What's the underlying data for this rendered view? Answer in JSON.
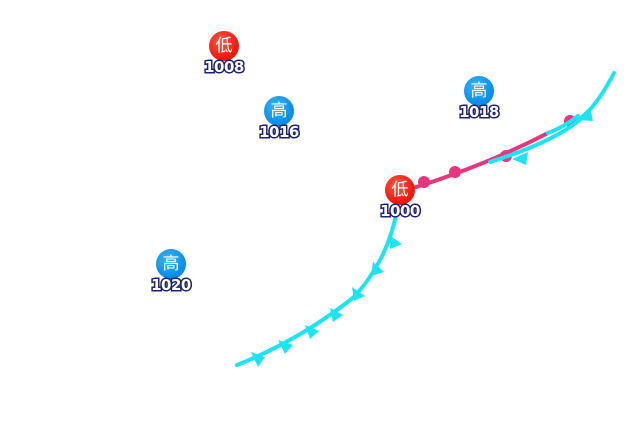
{
  "pressure_centers": [
    {
      "id": "low-1008",
      "type": "low",
      "symbol": "低",
      "pressure": "1008",
      "color": "#ee1c10"
    },
    {
      "id": "high-1016",
      "type": "high",
      "symbol": "高",
      "pressure": "1016",
      "color": "#0d90ea"
    },
    {
      "id": "high-1018",
      "type": "high",
      "symbol": "高",
      "pressure": "1018",
      "color": "#0d90ea"
    },
    {
      "id": "low-1000",
      "type": "low",
      "symbol": "低",
      "pressure": "1000",
      "color": "#ee1c10"
    },
    {
      "id": "high-1020",
      "type": "high",
      "symbol": "高",
      "pressure": "1020",
      "color": "#0d90ea"
    }
  ],
  "fronts": [
    {
      "id": "warm-front",
      "kind": "warm",
      "color": "#e8367e"
    },
    {
      "id": "cold-front-east",
      "kind": "cold",
      "color": "#1de4f4"
    },
    {
      "id": "cold-front-southwest",
      "kind": "cold",
      "color": "#1de4f4"
    }
  ]
}
